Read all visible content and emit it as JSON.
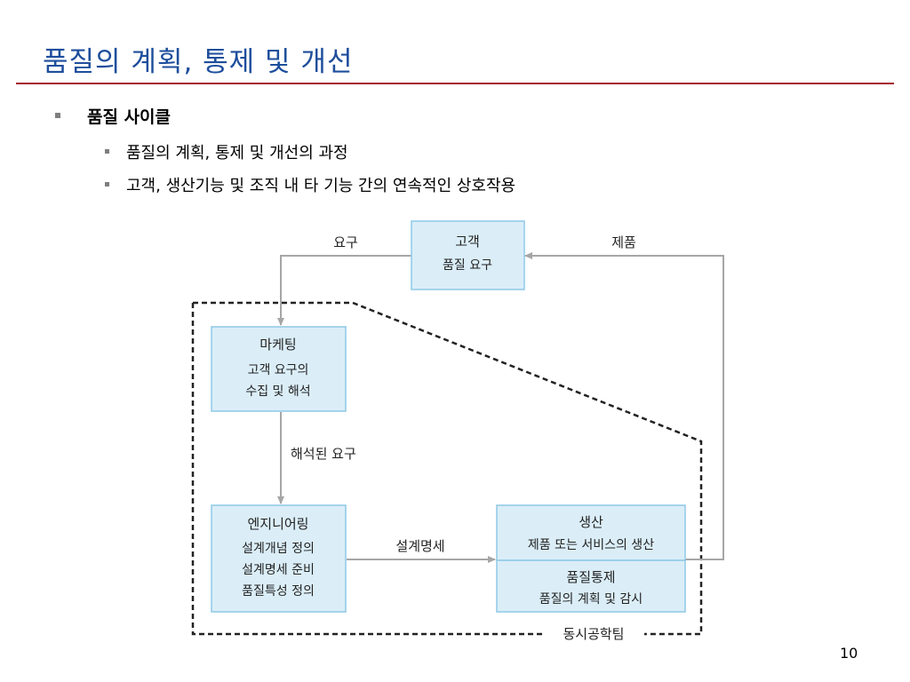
{
  "slide": {
    "title": "품질의 계획, 통제 및 개선",
    "bullet1": "품질 사이클",
    "sub_bullets": [
      "품질의 계획, 통제 및 개선의 과정",
      "고객, 생산기능 및 조직 내 타 기능 간의 연속적인 상호작용"
    ],
    "page_number": "10"
  },
  "diagram": {
    "boxes": {
      "customer": {
        "title": "고객",
        "lines": [
          "품질 요구"
        ]
      },
      "marketing": {
        "title": "마케팅",
        "lines": [
          "고객 요구의",
          "수집 및 해석"
        ]
      },
      "engineering": {
        "title": "엔지니어링",
        "lines": [
          "설계개념 정의",
          "설계명세 준비",
          "품질특성 정의"
        ]
      },
      "production": {
        "title": "생산",
        "lines": [
          "제품 또는 서비스의 생산"
        ]
      },
      "quality_control": {
        "title": "품질통제",
        "lines": [
          "품질의 계획 및 감시"
        ]
      }
    },
    "arrow_labels": {
      "requirement": "요구",
      "product": "제품",
      "interpreted_requirement": "해석된 요구",
      "design_spec": "설계명세"
    },
    "team_label": "동시공학팀",
    "colors": {
      "box_fill": "#dbeef8",
      "box_border": "#8ec9e5",
      "arrow": "#a6a6a6",
      "dashed": "#222222"
    }
  }
}
